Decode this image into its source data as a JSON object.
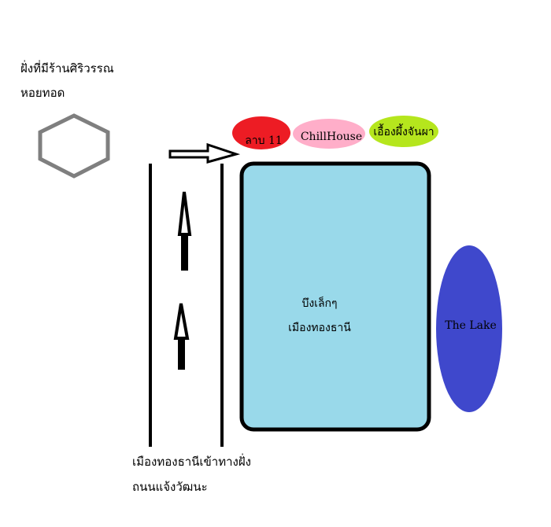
{
  "colors": {
    "hexagon_stroke": "#7f7f7f",
    "pond_fill": "#99d9ea",
    "lake_fill": "#3f48cc",
    "shop_red": "#ed1c24",
    "shop_pink": "#ffaec9",
    "shop_green": "#b5e61d",
    "road": "#000000"
  },
  "landmarks": {
    "shore_line1": "ฝั่งที่มีร้านศิริวรรณ",
    "shore_line2": "หอยทอด"
  },
  "shops": {
    "lab11": "ลาบ 11",
    "chillhouse": "ChillHouse",
    "uang_phueng": "เอื้องผึ้งจันผา"
  },
  "pond": {
    "line1": "บึงเล็กๆ",
    "line2": "เมืองทองธานี"
  },
  "lake": {
    "label": "The Lake"
  },
  "road": {
    "line1": "เมืองทองธานีเข้าทางฝั่ง",
    "line2": "ถนนแจ้งวัฒนะ"
  }
}
